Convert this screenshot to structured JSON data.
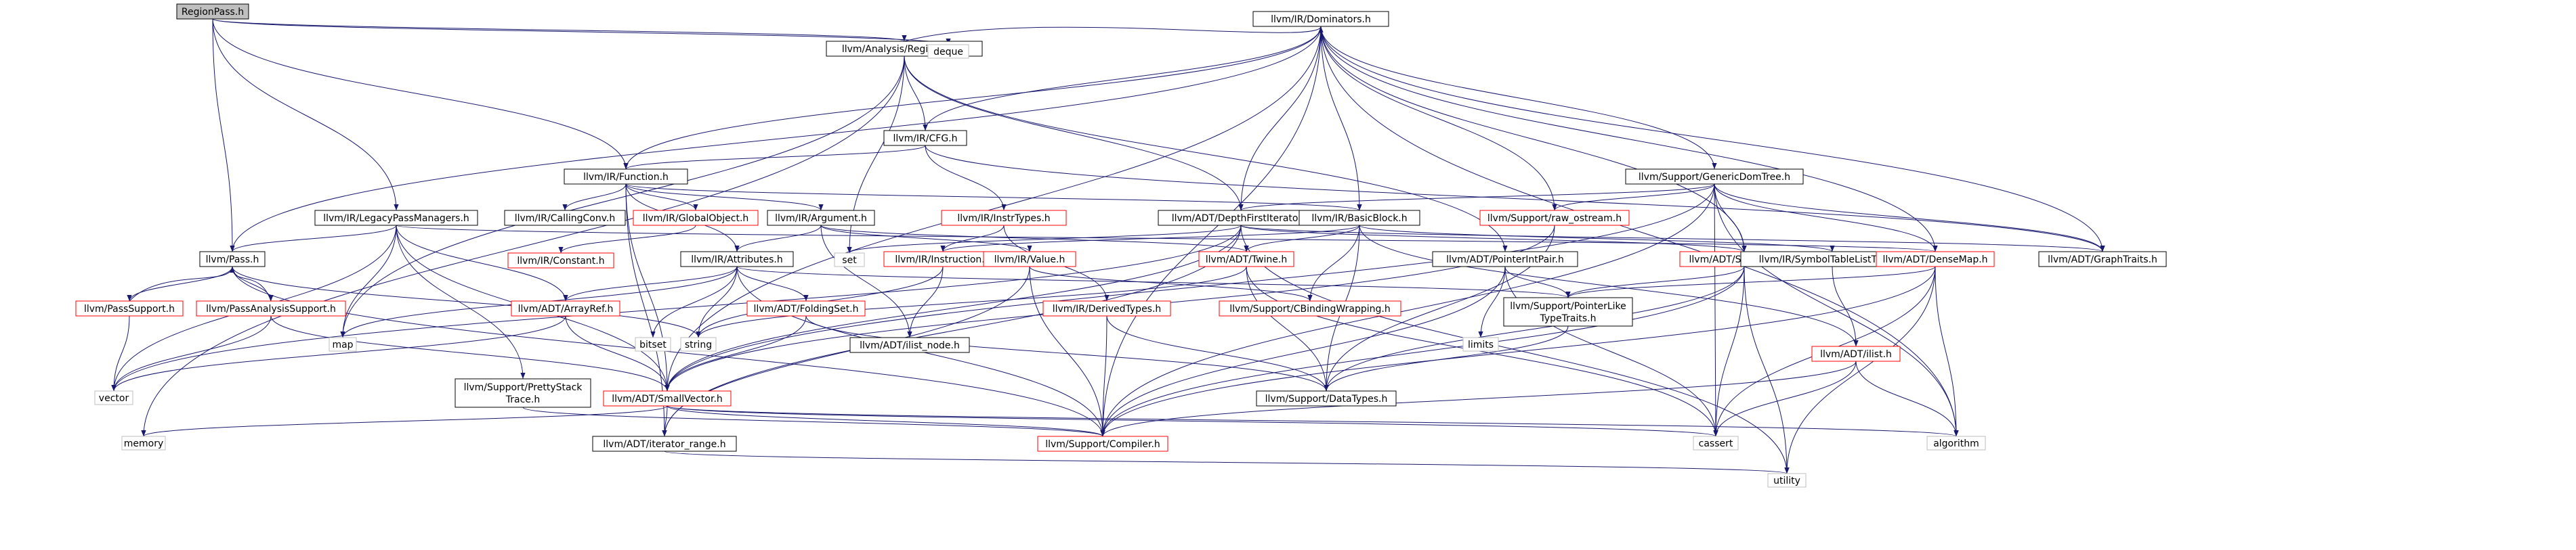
{
  "colors": {
    "background": "#ffffff",
    "root_fill": "#bfbfbf",
    "node_fill": "#ffffff",
    "border_normal": "#000000",
    "border_truncated": "#ff0000",
    "border_external": "#bfbfbf",
    "text": "#000000",
    "edge": "#191970"
  },
  "nodes": [
    {
      "id": "regionpass",
      "label": "RegionPass.h",
      "style": "root"
    },
    {
      "id": "regioninfo",
      "label": "llvm/Analysis/RegionInfo.h",
      "style": "normal"
    },
    {
      "id": "deque",
      "label": "deque",
      "style": "external"
    },
    {
      "id": "dominators",
      "label": "llvm/IR/Dominators.h",
      "style": "normal"
    },
    {
      "id": "cfg",
      "label": "llvm/IR/CFG.h",
      "style": "normal"
    },
    {
      "id": "function",
      "label": "llvm/IR/Function.h",
      "style": "normal"
    },
    {
      "id": "genericdomtree",
      "label": "llvm/Support/GenericDomTree.h",
      "style": "normal"
    },
    {
      "id": "legacypm",
      "label": "llvm/IR/LegacyPassManagers.h",
      "style": "normal"
    },
    {
      "id": "callingconv",
      "label": "llvm/IR/CallingConv.h",
      "style": "normal"
    },
    {
      "id": "globalobject",
      "label": "llvm/IR/GlobalObject.h",
      "style": "truncated"
    },
    {
      "id": "argument",
      "label": "llvm/IR/Argument.h",
      "style": "normal"
    },
    {
      "id": "instrtypes",
      "label": "llvm/IR/InstrTypes.h",
      "style": "truncated"
    },
    {
      "id": "dfiterator",
      "label": "llvm/ADT/DepthFirstIterator.h",
      "style": "normal"
    },
    {
      "id": "basicblock",
      "label": "llvm/IR/BasicBlock.h",
      "style": "normal"
    },
    {
      "id": "rawostream",
      "label": "llvm/Support/raw_ostream.h",
      "style": "truncated"
    },
    {
      "id": "pass",
      "label": "llvm/Pass.h",
      "style": "normal"
    },
    {
      "id": "constant",
      "label": "llvm/IR/Constant.h",
      "style": "truncated"
    },
    {
      "id": "attributes",
      "label": "llvm/IR/Attributes.h",
      "style": "normal"
    },
    {
      "id": "set",
      "label": "set",
      "style": "external"
    },
    {
      "id": "instruction",
      "label": "llvm/IR/Instruction.h",
      "style": "truncated"
    },
    {
      "id": "value",
      "label": "llvm/IR/Value.h",
      "style": "truncated"
    },
    {
      "id": "twine",
      "label": "llvm/ADT/Twine.h",
      "style": "truncated"
    },
    {
      "id": "pointerintpair",
      "label": "llvm/ADT/PointerIntPair.h",
      "style": "normal"
    },
    {
      "id": "smallptrset",
      "label": "llvm/ADT/SmallPtrSet.h",
      "style": "truncated"
    },
    {
      "id": "symboltable",
      "label": "llvm/IR/SymbolTableListTraits.h",
      "style": "normal"
    },
    {
      "id": "densemap",
      "label": "llvm/ADT/DenseMap.h",
      "style": "truncated"
    },
    {
      "id": "graphtraits",
      "label": "llvm/ADT/GraphTraits.h",
      "style": "normal"
    },
    {
      "id": "passsupport",
      "label": "llvm/PassSupport.h",
      "style": "truncated"
    },
    {
      "id": "passanalysis",
      "label": "llvm/PassAnalysisSupport.h",
      "style": "truncated"
    },
    {
      "id": "map",
      "label": "map",
      "style": "external"
    },
    {
      "id": "arrayref",
      "label": "llvm/ADT/ArrayRef.h",
      "style": "truncated"
    },
    {
      "id": "bitset",
      "label": "bitset",
      "style": "external"
    },
    {
      "id": "string",
      "label": "string",
      "style": "external"
    },
    {
      "id": "foldingset",
      "label": "llvm/ADT/FoldingSet.h",
      "style": "truncated"
    },
    {
      "id": "ilistnode",
      "label": "llvm/ADT/ilist_node.h",
      "style": "normal"
    },
    {
      "id": "derivedtypes",
      "label": "llvm/IR/DerivedTypes.h",
      "style": "truncated"
    },
    {
      "id": "cbinding",
      "label": "llvm/Support/CBindingWrapping.h",
      "style": "truncated"
    },
    {
      "id": "limits",
      "label": "limits",
      "style": "external"
    },
    {
      "id": "pointerliketypetraits",
      "label": "llvm/Support/PointerLike\nTypeTraits.h",
      "style": "normal"
    },
    {
      "id": "ilist",
      "label": "llvm/ADT/ilist.h",
      "style": "truncated"
    },
    {
      "id": "vector",
      "label": "vector",
      "style": "external"
    },
    {
      "id": "prettystack",
      "label": "llvm/Support/PrettyStack\nTrace.h",
      "style": "normal"
    },
    {
      "id": "smallvector",
      "label": "llvm/ADT/SmallVector.h",
      "style": "truncated"
    },
    {
      "id": "datatypes",
      "label": "llvm/Support/DataTypes.h",
      "style": "normal"
    },
    {
      "id": "memory",
      "label": "memory",
      "style": "external"
    },
    {
      "id": "iteratorrange",
      "label": "llvm/ADT/iterator_range.h",
      "style": "normal"
    },
    {
      "id": "compiler",
      "label": "llvm/Support/Compiler.h",
      "style": "truncated"
    },
    {
      "id": "cassert",
      "label": "cassert",
      "style": "external"
    },
    {
      "id": "algorithm",
      "label": "algorithm",
      "style": "external"
    },
    {
      "id": "utility",
      "label": "utility",
      "style": "external"
    }
  ],
  "edges": [
    [
      "regionpass",
      "regioninfo"
    ],
    [
      "regionpass",
      "deque"
    ],
    [
      "regionpass",
      "function"
    ],
    [
      "regionpass",
      "legacypm"
    ],
    [
      "regionpass",
      "pass"
    ],
    [
      "regioninfo",
      "dominators"
    ],
    [
      "regioninfo",
      "cfg"
    ],
    [
      "regioninfo",
      "dfiterator"
    ],
    [
      "regioninfo",
      "pointerintpair"
    ],
    [
      "regioninfo",
      "set"
    ],
    [
      "regioninfo",
      "map"
    ],
    [
      "regioninfo",
      "memory"
    ],
    [
      "dominators",
      "cfg"
    ],
    [
      "dominators",
      "function"
    ],
    [
      "dominators",
      "genericdomtree"
    ],
    [
      "dominators",
      "dfiterator"
    ],
    [
      "dominators",
      "basicblock"
    ],
    [
      "dominators",
      "rawostream"
    ],
    [
      "dominators",
      "pass"
    ],
    [
      "dominators",
      "smallptrset"
    ],
    [
      "dominators",
      "densemap"
    ],
    [
      "dominators",
      "graphtraits"
    ],
    [
      "dominators",
      "smallvector"
    ],
    [
      "dominators",
      "compiler"
    ],
    [
      "dominators",
      "algorithm"
    ],
    [
      "cfg",
      "function"
    ],
    [
      "cfg",
      "instrtypes"
    ],
    [
      "cfg",
      "graphtraits"
    ],
    [
      "function",
      "callingconv"
    ],
    [
      "function",
      "globalobject"
    ],
    [
      "function",
      "argument"
    ],
    [
      "function",
      "basicblock"
    ],
    [
      "function",
      "attributes"
    ],
    [
      "function",
      "smallvector"
    ],
    [
      "function",
      "iteratorrange"
    ],
    [
      "genericdomtree",
      "dfiterator"
    ],
    [
      "genericdomtree",
      "rawostream"
    ],
    [
      "genericdomtree",
      "smallptrset"
    ],
    [
      "genericdomtree",
      "densemap"
    ],
    [
      "genericdomtree",
      "graphtraits"
    ],
    [
      "genericdomtree",
      "smallvector"
    ],
    [
      "genericdomtree",
      "compiler"
    ],
    [
      "genericdomtree",
      "algorithm"
    ],
    [
      "genericdomtree",
      "cassert"
    ],
    [
      "legacypm",
      "pass"
    ],
    [
      "legacypm",
      "densemap"
    ],
    [
      "legacypm",
      "arrayref"
    ],
    [
      "legacypm",
      "smallvector"
    ],
    [
      "legacypm",
      "prettystack"
    ],
    [
      "legacypm",
      "map"
    ],
    [
      "legacypm",
      "vector"
    ],
    [
      "globalobject",
      "constant"
    ],
    [
      "argument",
      "attributes"
    ],
    [
      "argument",
      "twine"
    ],
    [
      "argument",
      "ilistnode"
    ],
    [
      "argument",
      "value"
    ],
    [
      "instrtypes",
      "instruction"
    ],
    [
      "instrtypes",
      "derivedtypes"
    ],
    [
      "dfiterator",
      "set"
    ],
    [
      "dfiterator",
      "smallptrset"
    ],
    [
      "dfiterator",
      "graphtraits"
    ],
    [
      "dfiterator",
      "smallvector"
    ],
    [
      "dfiterator",
      "iteratorrange"
    ],
    [
      "dfiterator",
      "vector"
    ],
    [
      "dfiterator",
      "utility"
    ],
    [
      "basicblock",
      "instruction"
    ],
    [
      "basicblock",
      "symboltable"
    ],
    [
      "basicblock",
      "ilist"
    ],
    [
      "basicblock",
      "twine"
    ],
    [
      "basicblock",
      "cbinding"
    ],
    [
      "basicblock",
      "datatypes"
    ],
    [
      "rawostream",
      "datatypes"
    ],
    [
      "rawostream",
      "smallvector"
    ],
    [
      "pass",
      "passsupport"
    ],
    [
      "pass",
      "passanalysis"
    ],
    [
      "pass",
      "string"
    ],
    [
      "pass",
      "compiler"
    ],
    [
      "attributes",
      "arrayref"
    ],
    [
      "attributes",
      "foldingset"
    ],
    [
      "attributes",
      "pointerliketypetraits"
    ],
    [
      "attributes",
      "bitset"
    ],
    [
      "attributes",
      "string"
    ],
    [
      "attributes",
      "map"
    ],
    [
      "attributes",
      "compiler"
    ],
    [
      "instruction",
      "string"
    ],
    [
      "instruction",
      "ilistnode"
    ],
    [
      "value",
      "cbinding"
    ],
    [
      "value",
      "iteratorrange"
    ],
    [
      "value",
      "compiler"
    ],
    [
      "twine",
      "datatypes"
    ],
    [
      "twine",
      "string"
    ],
    [
      "twine",
      "cassert"
    ],
    [
      "pointerintpair",
      "pointerliketypetraits"
    ],
    [
      "pointerintpair",
      "limits"
    ],
    [
      "pointerintpair",
      "compiler"
    ],
    [
      "pointerintpair",
      "cassert"
    ],
    [
      "smallptrset",
      "pointerliketypetraits"
    ],
    [
      "smallptrset",
      "compiler"
    ],
    [
      "smallptrset",
      "cassert"
    ],
    [
      "smallptrset",
      "utility"
    ],
    [
      "smallptrset",
      "datatypes"
    ],
    [
      "symboltable",
      "ilist"
    ],
    [
      "densemap",
      "pointerliketypetraits"
    ],
    [
      "densemap",
      "compiler"
    ],
    [
      "densemap",
      "algorithm"
    ],
    [
      "densemap",
      "cassert"
    ],
    [
      "densemap",
      "utility"
    ],
    [
      "passsupport",
      "pass"
    ],
    [
      "passsupport",
      "vector"
    ],
    [
      "passanalysis",
      "pass"
    ],
    [
      "passanalysis",
      "smallvector"
    ],
    [
      "passanalysis",
      "vector"
    ],
    [
      "arrayref",
      "smallvector"
    ],
    [
      "arrayref",
      "vector"
    ],
    [
      "foldingset",
      "smallvector"
    ],
    [
      "foldingset",
      "datatypes"
    ],
    [
      "derivedtypes",
      "compiler"
    ],
    [
      "derivedtypes",
      "datatypes"
    ],
    [
      "pointerliketypetraits",
      "datatypes"
    ],
    [
      "ilist",
      "compiler"
    ],
    [
      "ilist",
      "algorithm"
    ],
    [
      "ilist",
      "cassert"
    ],
    [
      "prettystack",
      "compiler"
    ],
    [
      "smallvector",
      "iteratorrange"
    ],
    [
      "smallvector",
      "memory"
    ],
    [
      "smallvector",
      "compiler"
    ],
    [
      "smallvector",
      "algorithm"
    ],
    [
      "smallvector",
      "cassert"
    ],
    [
      "iteratorrange",
      "utility"
    ]
  ]
}
